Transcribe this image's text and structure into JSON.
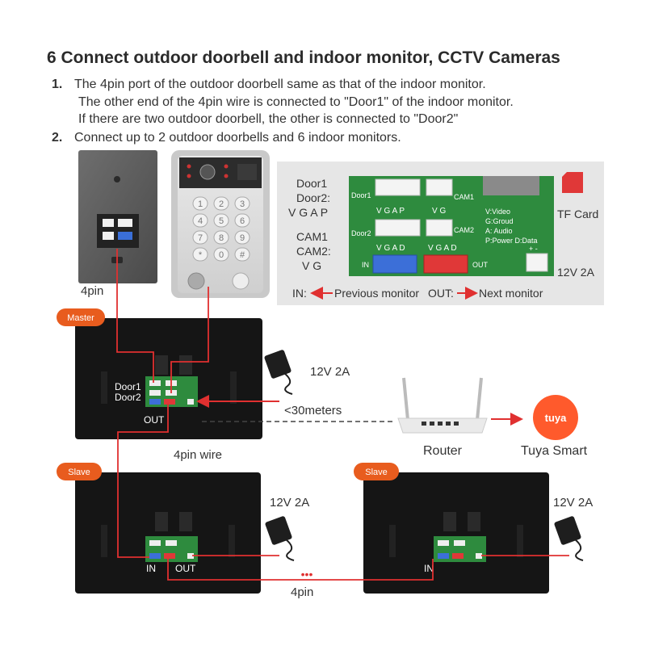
{
  "heading": "6  Connect outdoor doorbell and indoor monitor, CCTV Cameras",
  "steps": [
    {
      "num": "1.",
      "lines": [
        "The 4pin port of the outdoor doorbell same as that of the indoor monitor.",
        "The other end of the 4pin wire is connected to \"Door1\" of the indoor monitor.",
        "If there are two outdoor doorbell, the other is connected to \"Door2\""
      ]
    },
    {
      "num": "2.",
      "lines": [
        "Connect up to 2 outdoor doorbells and 6 indoor monitors."
      ]
    }
  ],
  "panel": {
    "door_label_1": "Door1",
    "door_label_2": "Door2:",
    "door_pins": "V G A P",
    "cam_label_1": "CAM1",
    "cam_label_2": "CAM2:",
    "cam_pins": "V G",
    "board_door1": "Door1",
    "board_door2": "Door2",
    "board_cam1": "CAM1",
    "board_cam2": "CAM2",
    "board_in": "IN",
    "board_out": "OUT",
    "pins_vgap": "V  G  A  P",
    "pins_vg": "V  G",
    "pins_vgad": "V  G  A  D",
    "legend": [
      "V:Video",
      "G:Groud",
      "A: Audio",
      "P:Power D:Data"
    ],
    "polarity": "+  -",
    "tf_card": "TF Card",
    "power": "12V 2A",
    "in_caption": "IN:",
    "in_desc": "Previous monitor",
    "out_caption": "OUT:",
    "out_desc": "Next monitor"
  },
  "labels": {
    "pin4_top": "4pin",
    "master": "Master",
    "slave1": "Slave",
    "slave2": "Slave",
    "door1": "Door1",
    "door2": "Door2",
    "out_master": "OUT",
    "power_master": "12V 2A",
    "distance": "<30meters",
    "router": "Router",
    "tuya_logo": "tuya",
    "tuya": "Tuya Smart",
    "wire": "4pin wire",
    "power_slave1": "12V 2A",
    "power_slave2": "12V 2A",
    "in_slave1": "IN",
    "out_slave1": "OUT",
    "in_slave2": "IN",
    "pin4_bottom": "4pin",
    "dots": "•••"
  },
  "keypad": [
    "1",
    "2",
    "3",
    "4",
    "5",
    "6",
    "7",
    "8",
    "9",
    "*",
    "0",
    "#"
  ],
  "colors": {
    "wire": "#e03030",
    "accent": "#e85c1e",
    "board": "#2e8b3e"
  }
}
